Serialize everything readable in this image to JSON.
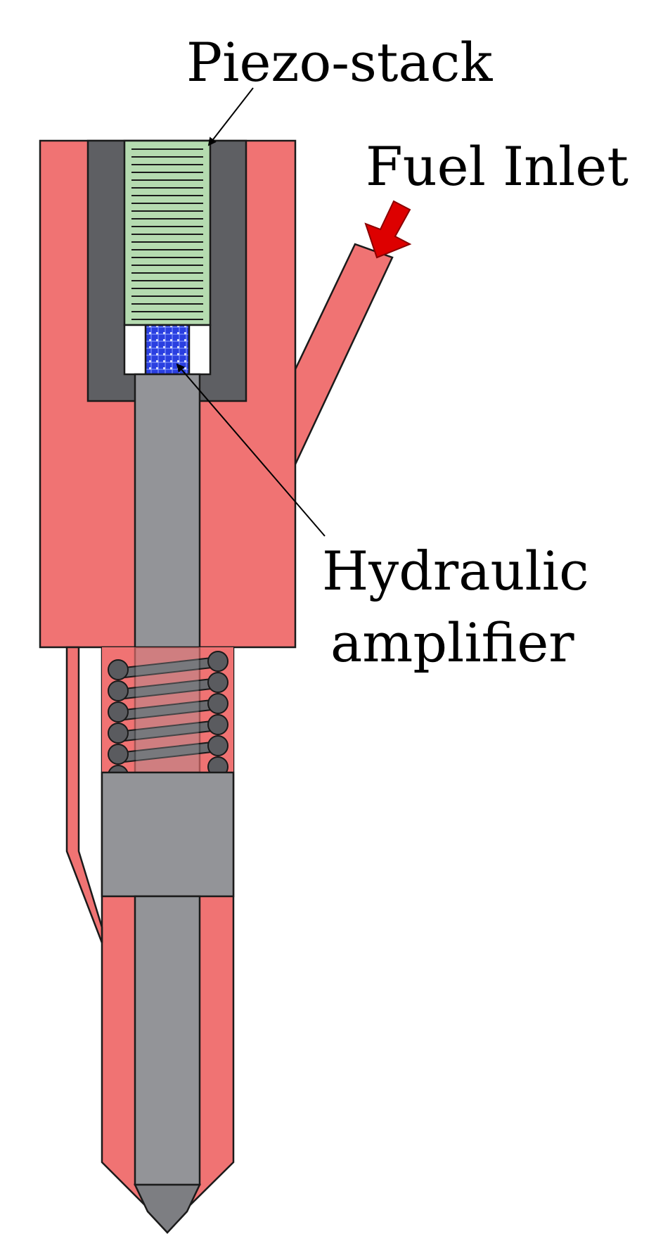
{
  "labels": {
    "piezo_stack": "Piezo-stack",
    "fuel_inlet": "Fuel Inlet",
    "hydraulic_line1": "Hydraulic",
    "hydraulic_line2": "amplifier"
  },
  "colors": {
    "body": "#f07373",
    "housing": "#5e5f63",
    "piezo": "#b5dbb0",
    "amplifier": "#2a3fe0",
    "needle": "#939498",
    "spring": "#5a5b5f",
    "inlet_arrow": "#dd0000"
  }
}
